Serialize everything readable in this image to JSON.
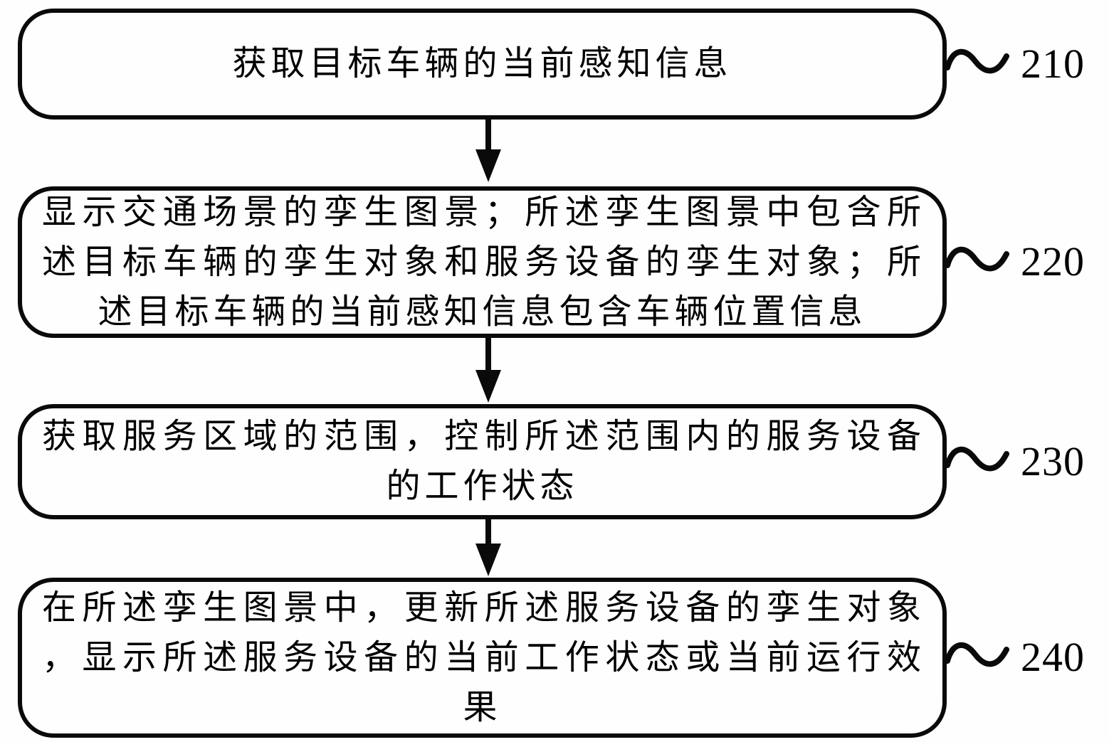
{
  "diagram": {
    "type": "flowchart",
    "background_color": "#ffffff",
    "stroke_color": "#000000",
    "steps": [
      {
        "number": "210",
        "lines": [
          "获取目标车辆的当前感知信息"
        ]
      },
      {
        "number": "220",
        "lines": [
          "显示交通场景的孪生图景；所述孪生图景中包含所",
          "述目标车辆的孪生对象和服务设备的孪生对象；所",
          "述目标车辆的当前感知信息包含车辆位置信息"
        ]
      },
      {
        "number": "230",
        "lines": [
          "获取服务区域的范围，控制所述范围内的服务设备",
          "的工作状态"
        ]
      },
      {
        "number": "240",
        "lines": [
          "在所述孪生图景中，更新所述服务设备的孪生对象",
          "，显示所述服务设备的当前工作状态或当前运行效",
          "果"
        ]
      }
    ]
  }
}
